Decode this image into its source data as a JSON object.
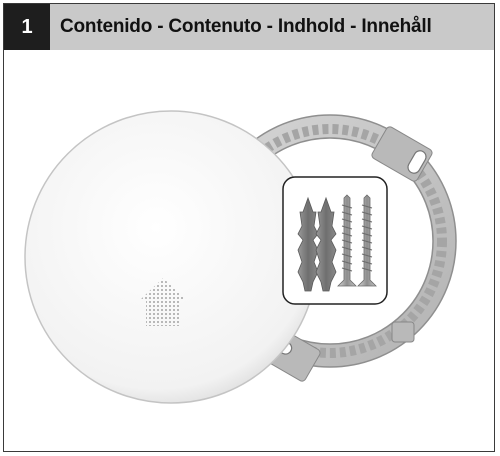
{
  "header": {
    "step_number": "1",
    "title": "Contenido - Contenuto - Indhold - Innehåll"
  },
  "items": [
    {
      "name": "smoke-detector",
      "icon": "house-icon"
    },
    {
      "name": "mounting-plate"
    },
    {
      "name": "wall-plugs",
      "count": 2
    },
    {
      "name": "screws",
      "count": 2
    }
  ],
  "colors": {
    "header_bg": "#c9c9c9",
    "step_badge_bg": "#1e1e1e",
    "ring": "#c3c3c3",
    "ring_dark": "#8f8f8f",
    "plug": "#7d7d7d"
  }
}
